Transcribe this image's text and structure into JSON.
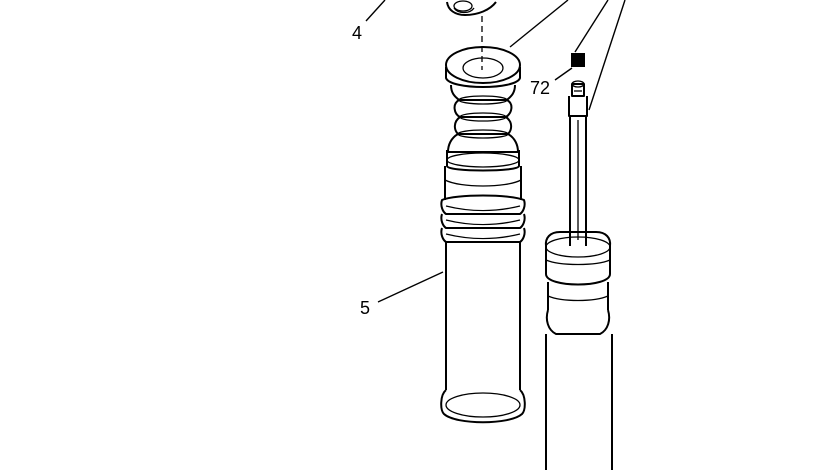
{
  "diagram": {
    "callouts": [
      {
        "id": "4",
        "label": "4"
      },
      {
        "id": "5",
        "label": "5"
      },
      {
        "id": "72",
        "label": "72"
      }
    ],
    "symbols": {
      "torque_marker": "filled-square"
    },
    "colors": {
      "line": "#000000",
      "background": "#ffffff"
    }
  }
}
